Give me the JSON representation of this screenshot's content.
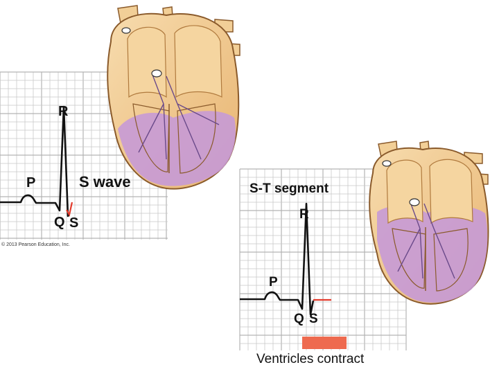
{
  "colors": {
    "grid_line": "#c9c9c9",
    "grid_major": "#b3b3b3",
    "trace": "#111111",
    "highlight": "#e33b2c",
    "contract_bar": "#ee6a4f",
    "heart_tissue": "#f0c98e",
    "heart_outline": "#8a5a2b",
    "depolarized": "#c79ad6"
  },
  "panel_s_wave": {
    "caption": "S wave",
    "wave_labels": {
      "p": "P",
      "q": "Q",
      "r": "R",
      "s": "S"
    },
    "copyright": "© 2013 Pearson Education, Inc."
  },
  "panel_st_segment": {
    "caption": "S-T segment",
    "wave_labels": {
      "p": "P",
      "q": "Q",
      "r": "R",
      "s": "S"
    },
    "footer_caption": "Ventricles contract"
  }
}
